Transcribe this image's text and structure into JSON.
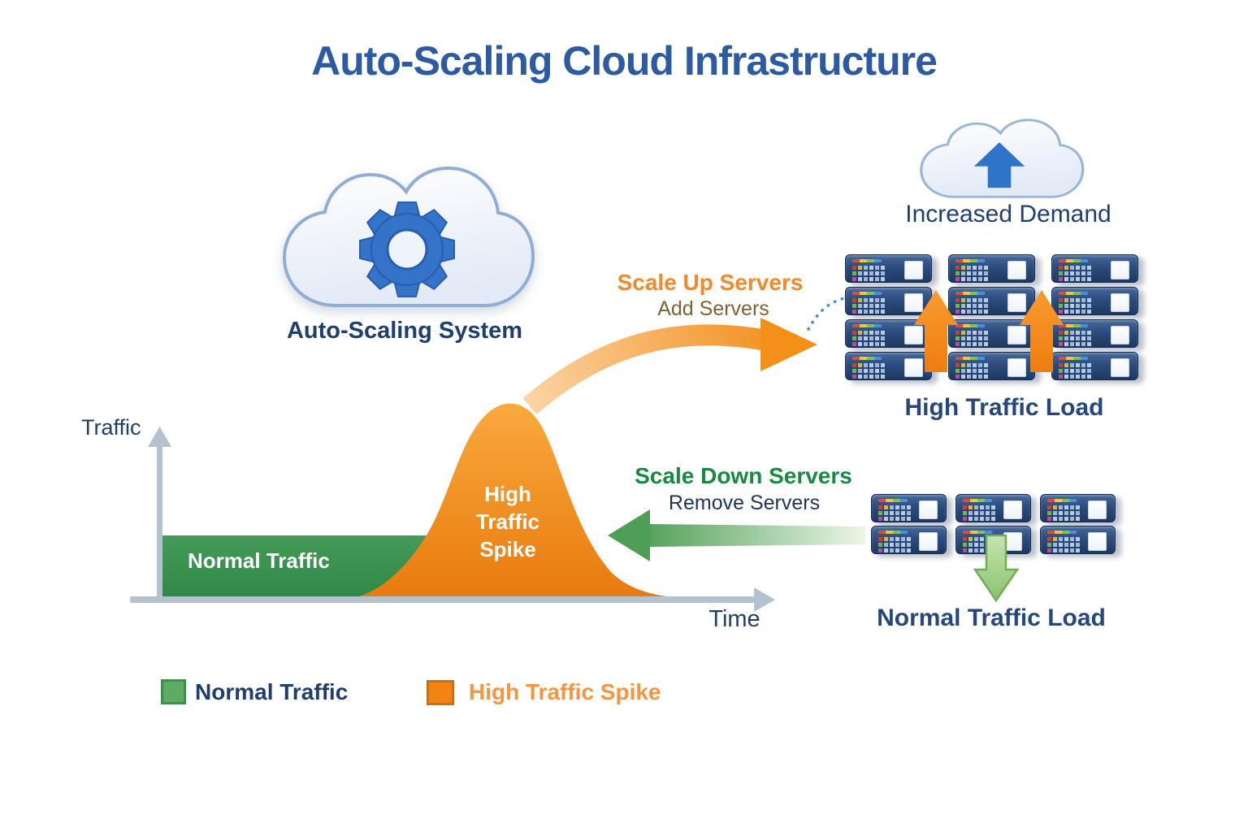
{
  "title": "Auto-Scaling Cloud Infrastructure",
  "auto_scaling": {
    "label": "Auto-Scaling System"
  },
  "increased_demand": {
    "label": "Increased Demand"
  },
  "scale_up": {
    "title": "Scale Up Servers",
    "subtitle": "Add Servers"
  },
  "scale_down": {
    "title": "Scale Down Servers",
    "subtitle": "Remove Servers"
  },
  "server_clusters": {
    "high": {
      "label": "High Traffic Load",
      "rows": 4,
      "columns": 3
    },
    "normal": {
      "label": "Normal Traffic Load",
      "rows": 2,
      "columns": 3
    }
  },
  "chart": {
    "y_axis_label": "Traffic",
    "x_axis_label": "Time",
    "area_label": "Normal Traffic",
    "spike_label": {
      "line1": "High",
      "line2": "Traffic",
      "line3": "Spike"
    }
  },
  "legend": {
    "items": [
      {
        "label": "Normal Traffic",
        "color": "#5dac64"
      },
      {
        "label": "High Traffic Spike",
        "color": "#f58312"
      }
    ]
  },
  "chart_data": {
    "type": "area",
    "title": "",
    "xlabel": "Time",
    "ylabel": "Traffic",
    "numeric_axes": false,
    "legend_position": "bottom-left",
    "series": [
      {
        "name": "Normal Traffic",
        "color": "#3f9852",
        "points": [
          [
            0.0,
            0.38
          ],
          [
            0.62,
            0.38
          ]
        ]
      },
      {
        "name": "High Traffic Spike",
        "color": "#ee821a",
        "points": [
          [
            0.31,
            0.0
          ],
          [
            0.42,
            0.35
          ],
          [
            0.5,
            0.78
          ],
          [
            0.56,
            1.0
          ],
          [
            0.63,
            0.78
          ],
          [
            0.7,
            0.42
          ],
          [
            0.78,
            0.12
          ],
          [
            0.9,
            0.0
          ]
        ]
      }
    ]
  },
  "colors": {
    "title": "#2c5ba3",
    "navy_text": "#1f3e6e",
    "bold_navy_text": "#26477c",
    "orange_text": "#f08a2c",
    "brown_text": "#7d6233",
    "green_text": "#178a42",
    "spike_fill": "#ee821a",
    "band_fill": "#3f9852",
    "server_body": "#2c4c7e",
    "axis_gray": "#b4c1cf",
    "cloud_border": "#8fadd6",
    "gear_blue": "#3373c8"
  }
}
